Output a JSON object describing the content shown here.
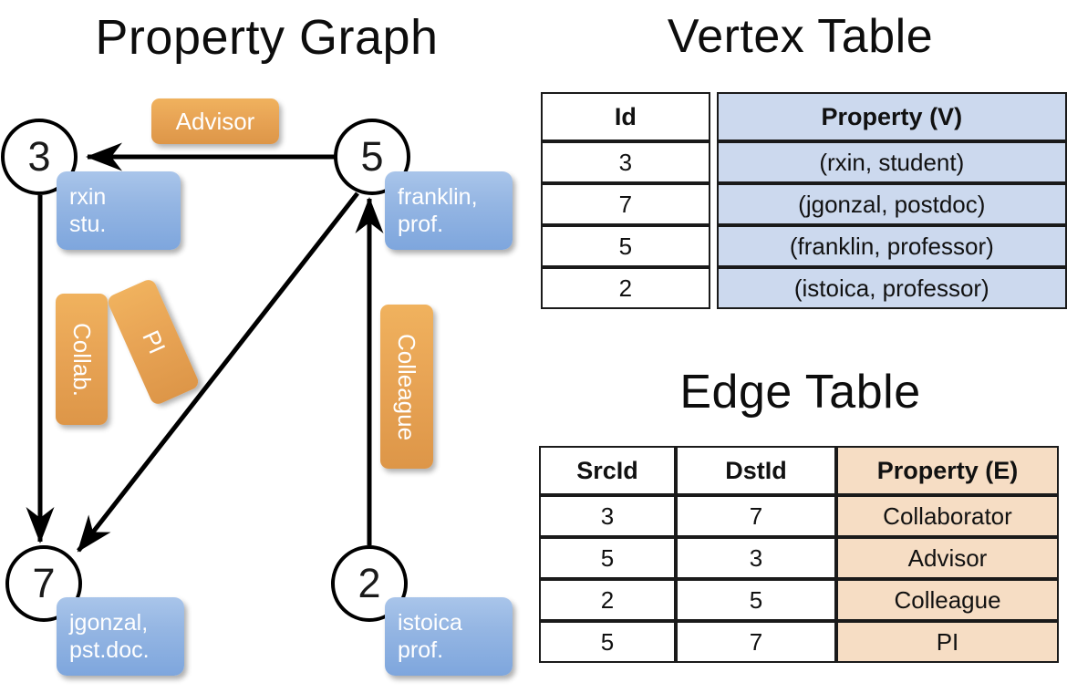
{
  "titles": {
    "property_graph": "Property Graph",
    "vertex_table": "Vertex Table",
    "edge_table": "Edge Table"
  },
  "graph": {
    "vertices": [
      {
        "id": "3",
        "property": "rxin\nstu.",
        "line1": "rxin",
        "line2": "stu."
      },
      {
        "id": "5",
        "property": "franklin,\nprof.",
        "line1": "franklin,",
        "line2": "prof."
      },
      {
        "id": "7",
        "property": "jgonzal,\npst.doc.",
        "line1": "jgonzal,",
        "line2": "pst.doc."
      },
      {
        "id": "2",
        "property": "istoica\nprof.",
        "line1": "istoica",
        "line2": "prof."
      }
    ],
    "edge_labels": [
      {
        "name": "advisor",
        "label": "Advisor",
        "from": "5",
        "to": "3"
      },
      {
        "name": "collab",
        "label": "Collab.",
        "from": "3",
        "to": "7"
      },
      {
        "name": "pi",
        "label": "PI",
        "from": "5",
        "to": "7"
      },
      {
        "name": "colleague",
        "label": "Colleague",
        "from": "2",
        "to": "5"
      }
    ]
  },
  "vertex_table": {
    "headers": [
      "Id",
      "Property (V)"
    ],
    "rows": [
      {
        "id": "3",
        "property": "(rxin, student)"
      },
      {
        "id": "7",
        "property": "(jgonzal, postdoc)"
      },
      {
        "id": "5",
        "property": "(franklin, professor)"
      },
      {
        "id": "2",
        "property": "(istoica, professor)"
      }
    ]
  },
  "edge_table": {
    "headers": [
      "SrcId",
      "DstId",
      "Property (E)"
    ],
    "rows": [
      {
        "src": "3",
        "dst": "7",
        "property": "Collaborator"
      },
      {
        "src": "5",
        "dst": "3",
        "property": "Advisor"
      },
      {
        "src": "2",
        "dst": "5",
        "property": "Colleague"
      },
      {
        "src": "5",
        "dst": "7",
        "property": "PI"
      }
    ]
  },
  "colors": {
    "vertex_property_blue": "#95b6e3",
    "edge_label_orange": "#e8a455",
    "table_blue": "#ccd9ee",
    "table_orange": "#f6ddc4",
    "stroke": "#000000"
  }
}
